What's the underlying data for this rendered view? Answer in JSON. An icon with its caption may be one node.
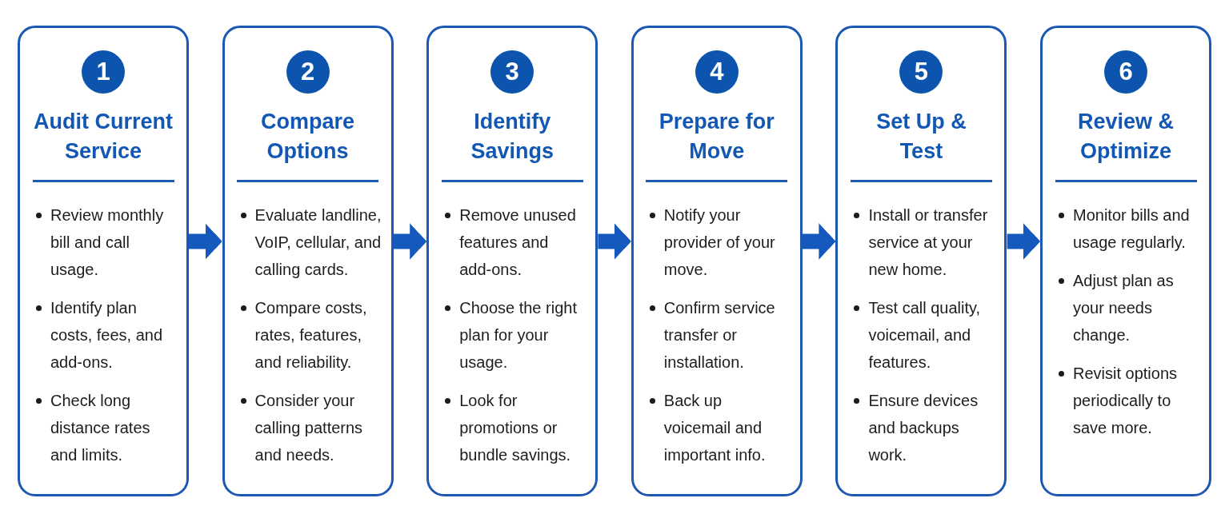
{
  "diagram": {
    "nodes": [
      {
        "text": [
          "Audit Current Service",
          "Review monthly bill and call usage.",
          "Identify plan costs, fees, and add-ons.",
          "Check long distance rates and limits."
        ]
      },
      {
        "text": [
          "1"
        ],
        "in": 0
      },
      {
        "text": [
          "Compare Options",
          "Evaluate landline, VoIP, cellular, and calling cards.",
          "Compare costs, rates, features, and reliability.",
          "Consider your calling patterns and needs."
        ]
      },
      {
        "text": [
          "2"
        ],
        "in": 2
      },
      {
        "text": [
          "Identify Savings",
          "Remove unused features and add-ons.",
          "Choose the right plan for your usage.",
          "Look for promotions or bundle savings."
        ]
      },
      {
        "text": [
          "3"
        ],
        "in": 4
      },
      {
        "text": [
          "Prepare for Move",
          "Notify your provider of your move.",
          "Confirm service transfer or installation.",
          "Back up voicemail and important info."
        ]
      },
      {
        "text": [
          "4"
        ],
        "in": 6
      },
      {
        "text": [
          "Set Up & Test",
          "Install or transfer service at your new home.",
          "Test call quality, voicemail, and features.",
          "Ensure devices and backups work."
        ]
      },
      {
        "text": [
          "5"
        ],
        "in": 8
      },
      {
        "text": [
          "Review & Optimize",
          "Monitor bills and usage regularly.",
          "Adjust plan as your needs change.",
          "Revisit options periodically to save more."
        ]
      },
      {
        "text": [
          "6"
        ],
        "in": 10
      }
    ],
    "edges": [
      {
        "from": 0,
        "to": 2,
        "arrow": "to"
      },
      {
        "from": 2,
        "to": 4,
        "arrow": "to"
      },
      {
        "from": 4,
        "to": 6,
        "arrow": "to"
      },
      {
        "from": 6,
        "to": 8,
        "arrow": "to"
      },
      {
        "from": 8,
        "to": 10,
        "arrow": "to"
      }
    ]
  }
}
